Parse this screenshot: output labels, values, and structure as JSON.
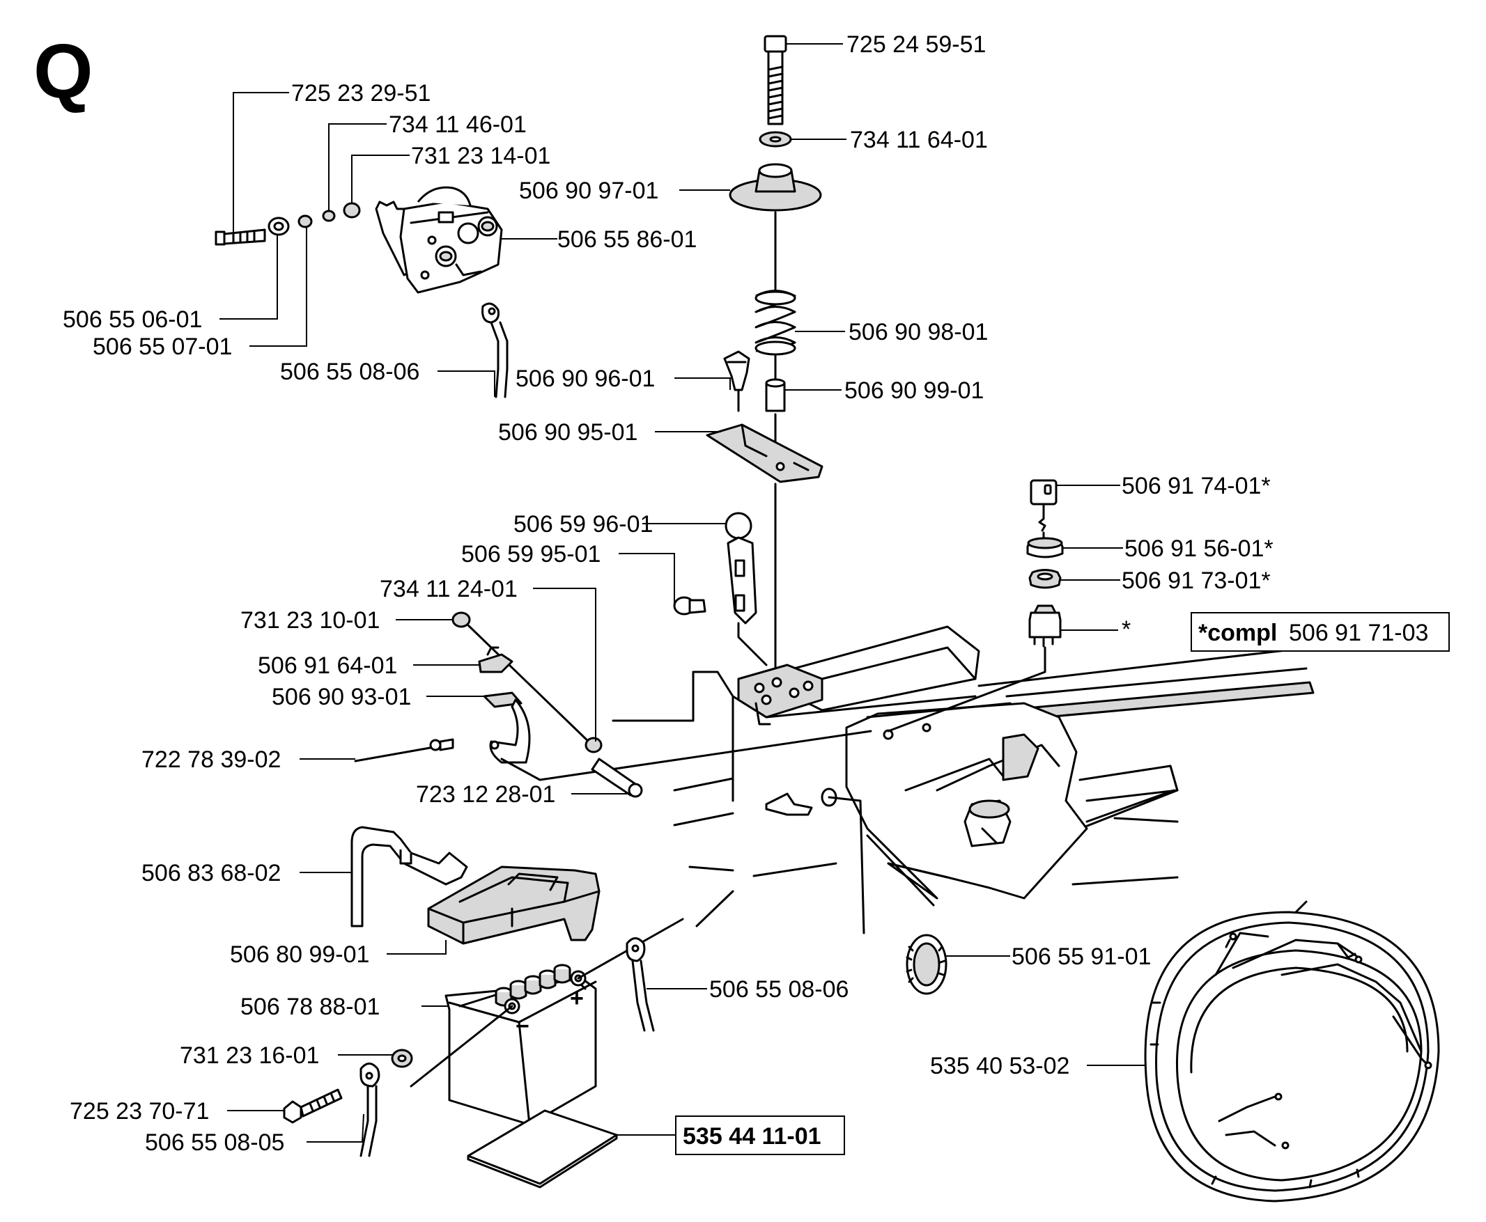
{
  "section_letter": "Q",
  "callouts": {
    "bolt_top": "725 24 59-51",
    "washer_top": "734 11 64-01",
    "cup_top": "506 90 97-01",
    "spring": "506 90 98-01",
    "spacer": "506 90 99-01",
    "clip": "506 90 96-01",
    "plate": "506 90 95-01",
    "knob": "506 59 96-01",
    "knob_stud": "506 59 95-01",
    "lever_rod": "734 11 24-01",
    "nut_small": "731 23 10-01",
    "microswitch": "506 91 64-01",
    "bracket_u": "506 90 93-01",
    "rivet_pin": "722 78 39-02",
    "screw_lever": "723 12 28-01",
    "solenoid_bolt": "725 23 29-51",
    "solenoid_washer": "734 11 46-01",
    "solenoid_nut": "731 23 14-01",
    "solenoid": "506 55 86-01",
    "bushing": "506 55 06-01",
    "washer_sol": "506 55 07-01",
    "cable_sol": "506 55 08-06",
    "key": "506 91 74-01*",
    "ignition_cap": "506 91 56-01*",
    "ignition_nut": "506 91 73-01*",
    "ignition_switch": "*",
    "compl_prefix": "*compl",
    "compl_number": "506 91 71-03",
    "battery_strap": "506 83 68-02",
    "battery_cover": "506 80 99-01",
    "battery": "506 78 88-01",
    "battery_nut": "731 23 16-01",
    "battery_bolt": "725 23 70-71",
    "cable_neg": "506 55 08-05",
    "cable_pos": "506 55 08-06",
    "manual": "535 44 11-01",
    "grommet": "506 55 91-01",
    "harness": "535 40 53-02"
  },
  "battery_marks": {
    "minus": "−",
    "plus": "+"
  },
  "colors": {
    "ink": "#000000",
    "paper": "#ffffff",
    "shade": "#d8d8d8",
    "dark": "#9a9a9a"
  }
}
